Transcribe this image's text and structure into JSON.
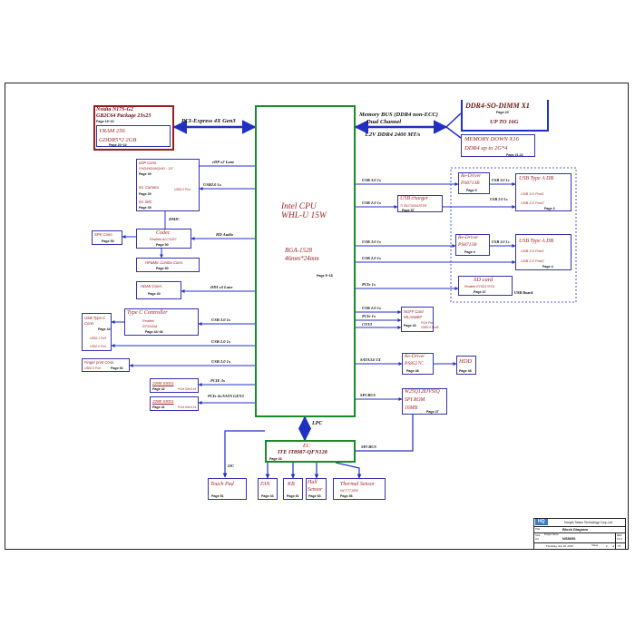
{
  "cpu": {
    "title1": "Intel CPU",
    "title2": "WHL-U 15W",
    "pkg1": "BGA-1528",
    "pkg2": "46mm*24mm",
    "page": "Page 5~18"
  },
  "gpu": {
    "line1": "Nvidia N17S-G2",
    "line2": "GB2C64 Package 23x23",
    "page": "Page 19~22",
    "vram1": "VRAM 256",
    "vram2": "GDDR5*2  2GB",
    "vpage": "Page 20~22"
  },
  "pcie_gen3": "PCI-Express 4X Gen3",
  "memory": {
    "bus1": "Memory BUS (DDR4 non-ECC)",
    "bus2": "Dual Channel",
    "volt": "1.2V DDR4 2400 MT/s",
    "sodimm": "DDR4-SO-DIMM X1",
    "sodimm_page": "Page 20",
    "up": "UP TO 16G",
    "down1": "MEMORY DOWN X16",
    "down2": "DDR4 up to 2G*4",
    "down_page": "Page 21,22"
  },
  "edp": {
    "conn": "eDP Conn.",
    "panel": "FHD/HD/WQHD : 15\"",
    "page1": "Page 39",
    "cam": "Int. Camera",
    "usb": "USB2.0 Port",
    "mic": "Int. MIC",
    "page2": "Page 39",
    "bus_edp": "eDP x2 Lane",
    "bus_usb": "USB2.0 1x"
  },
  "dmic": "DMIC",
  "codec": {
    "name": "Codec",
    "part": "Realtek ALC3287",
    "page": "Page 50",
    "spk": "SPK Conn.",
    "spk_page": "Page 50",
    "hp": "HP&Mic Combo Conn.",
    "hp_page": "Page 50",
    "bus": "HD Audio"
  },
  "hdmi": {
    "name": "HDMI Conn.",
    "page": "Page 40",
    "bus": "DDI x4 Lane"
  },
  "typec": {
    "name": "Type C Controller",
    "part1": "Realtek",
    "part2": "RTS540A",
    "page": "Page 44~46",
    "conn1": "USB Type-C",
    "conn2": "Conn.",
    "page2": "Page 44",
    "usb3": "USB3.1 Port",
    "usb2": "USB2.0 Port",
    "bus": "USB 3.0 1x",
    "bus2": "USB 2.0 1x"
  },
  "finger": {
    "name": "Finger print Conn.",
    "sub": "USB2.0 Port",
    "page": "Page 52",
    "bus": "USB 2.0 1x"
  },
  "ssd1": {
    "name": "2280 SSD1",
    "sub": "PCIe Gen3 x4",
    "page": "Page 42",
    "bus": "PCIE 3x"
  },
  "ssd2": {
    "name": "2280 SSD1",
    "sub": "PCIe Gen3 x4",
    "page": "Page 41",
    "bus": "PCIe 4x/SATA GEN3"
  },
  "redriver1": {
    "name1": "Re-Driver",
    "name2": "PS8713B",
    "page": "Page 5",
    "bus_in": "USB 3.0 1x",
    "bus_out": "USB 3.0 1x"
  },
  "usba1": {
    "name": "USB Type A DB",
    "p1": "USB 3.0 Port1",
    "p2": "USB 2.0 Port2",
    "page": "Page 3"
  },
  "charger": {
    "name": "USB charger",
    "part": "TI SN1702001RTER",
    "page": "Page 57",
    "bus_in": "USB 2.0 1x",
    "bus_out": "USB 2.0 1x"
  },
  "redriver2": {
    "name1": "Re-Driver",
    "name2": "PS8713B",
    "page": "Page 3",
    "bus_in": "USB 3.0 1x",
    "bus_out": "USB 3.0 1x"
  },
  "usba2": {
    "name": "USB Type A DB",
    "p1": "USB 3.0 Port1",
    "p2": "USB 2.0 Port2",
    "page": "Page 4",
    "bus2": "USB 2.0 1x"
  },
  "sdcard": {
    "name": "SD card",
    "part": "Realtek RTS5170SS",
    "page": "Page 47",
    "bus": "PCIe 1x"
  },
  "usb_board": "USB  Board",
  "wlan": {
    "name1": "NGFF Card",
    "name2": "WLAN&BT",
    "page": "Page 43",
    "pcie": "PCIe Port",
    "usb": "USB2.0 Port5",
    "bus1": "USB 2.0 1x",
    "bus2": "PCIe 1x",
    "bus3": "CNVI"
  },
  "redriver3": {
    "name1": "Re-Driver",
    "name2": "PS8527C",
    "page": "Page 48",
    "bus": "SATA3.0  1X"
  },
  "hdd": {
    "name": "HDD",
    "page": "Page 48"
  },
  "spirom": {
    "name1": "W25Q128JVSIQ",
    "name2": "SPI ROM",
    "name3": "16MB",
    "page": "Page 37",
    "bus": "SPI BUS",
    "bus2": "SPI BUS"
  },
  "lpc": "LPC",
  "ec": {
    "name1": "EC",
    "name2": "ITE  IT8987-QFN128",
    "page": "Page 33"
  },
  "i2c": "I2C",
  "touchpad": {
    "name": "Touch Pad",
    "page": "Page 51"
  },
  "fan": {
    "name": "FAN",
    "page": "Page 33"
  },
  "kb": {
    "name": "KB",
    "page": "Page 51"
  },
  "hall": {
    "name1": "Hall",
    "name2": "Sensor",
    "page": "Page 53"
  },
  "thermal": {
    "name1": "Thermal Sensor",
    "name2": "NCT7718W",
    "page": "Page 56"
  },
  "title_block": {
    "company": "Hongfu Taisun Technology Corp.,Ltd",
    "logo": "HQ",
    "size_lbl": "Size",
    "size": "A4",
    "proj_lbl": "Project Name",
    "proj": "NS8606",
    "title_lbl": "Title",
    "title": "Block Diagram",
    "rev_lbl": "REV",
    "rev": "V1.0",
    "date": "Thursday, July 19, 2018",
    "sheet_lbl": "Sheet",
    "sheet": "2",
    "of": "of",
    "total": "70"
  },
  "colors": {
    "bus": "#2030c0",
    "cpu": "#1a8a2a",
    "text": "#9b1c1c",
    "box": "#3333aa"
  }
}
